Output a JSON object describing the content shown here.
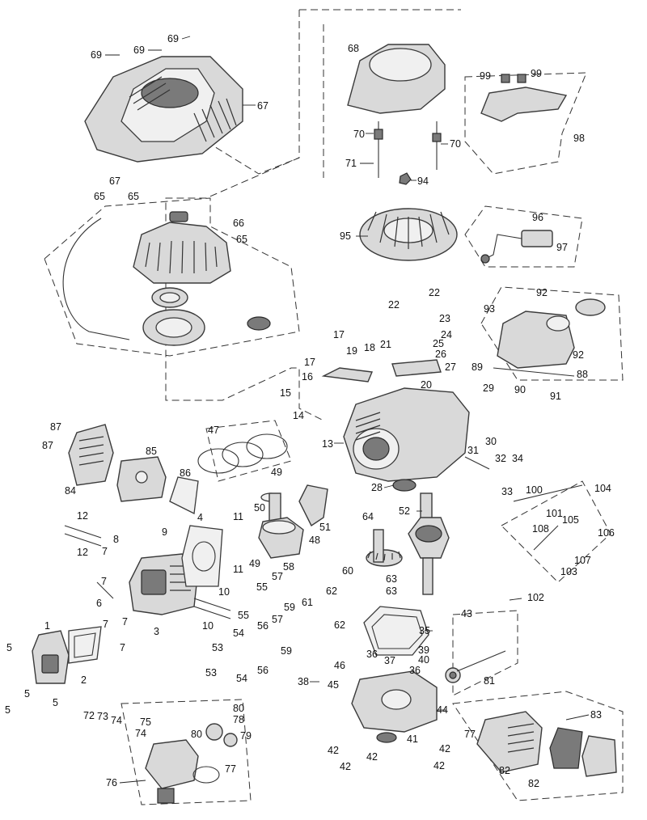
{
  "callouts": {
    "c69a": "69",
    "c69b": "69",
    "c69c": "69",
    "c67a": "67",
    "c67b": "67",
    "c65a": "65",
    "c65b": "65",
    "c65c": "65",
    "c66a": "66",
    "c68": "68",
    "c70a": "70",
    "c70b": "70",
    "c71": "71",
    "c94": "94",
    "c99a": "99",
    "c99b": "99",
    "c98": "98",
    "c95": "95",
    "c96": "96",
    "c97": "97",
    "c22a": "22",
    "c22b": "22",
    "c23": "23",
    "c24": "24",
    "c25": "25",
    "c26": "26",
    "c27": "27",
    "c21": "21",
    "c20": "20",
    "c17a": "17",
    "c17b": "17",
    "c19": "19",
    "c18": "18",
    "c16": "16",
    "c15": "15",
    "c14": "14",
    "c13": "13",
    "c28": "28",
    "c29": "29",
    "c30": "30",
    "c92a": "92",
    "c92b": "92",
    "c93": "93",
    "c89": "89",
    "c88": "88",
    "c90": "90",
    "c91": "91",
    "c87a": "87",
    "c87b": "87",
    "c84": "84",
    "c85": "85",
    "c86": "86",
    "c47": "47",
    "c49a": "49",
    "c49b": "49",
    "c50": "50",
    "c51": "51",
    "c48": "48",
    "c52": "52",
    "c64": "64",
    "c31": "31",
    "c32": "32",
    "c33": "33",
    "c34": "34",
    "c100": "100",
    "c101": "101",
    "c104": "104",
    "c105": "105",
    "c106": "106",
    "c107": "107",
    "c108": "108",
    "c103": "103",
    "c102": "102",
    "c12a": "12",
    "c12b": "12",
    "c8": "8",
    "c9": "9",
    "c4": "4",
    "c11a": "11",
    "c11b": "11",
    "c7a": "7",
    "c7b": "7",
    "c7c": "7",
    "c7d": "7",
    "c7e": "7",
    "c6": "6",
    "c3": "3",
    "c58": "58",
    "c57a": "57",
    "c57b": "57",
    "c55a": "55",
    "c55b": "55",
    "c60": "60",
    "c62a": "62",
    "c62b": "62",
    "c63a": "63",
    "c63b": "63",
    "c10a": "10",
    "c10b": "10",
    "c59a": "59",
    "c59b": "59",
    "c61": "61",
    "c56a": "56",
    "c56b": "56",
    "c54a": "54",
    "c54b": "54",
    "c53a": "53",
    "c53b": "53",
    "c35": "35",
    "c43": "43",
    "c1": "1",
    "c2": "2",
    "c5a": "5",
    "c5b": "5",
    "c5c": "5",
    "c5d": "5",
    "c36a": "36",
    "c36b": "36",
    "c37": "37",
    "c39": "39",
    "c40": "40",
    "c46": "46",
    "c45": "45",
    "c38": "38",
    "c44": "44",
    "c42a": "42",
    "c42b": "42",
    "c42c": "42",
    "c42d": "42",
    "c42e": "42",
    "c41": "41",
    "c81": "81",
    "c83": "83",
    "c77a": "77",
    "c77b": "77",
    "c82a": "82",
    "c82b": "82",
    "c72": "72",
    "c73": "73",
    "c74a": "74",
    "c74b": "74",
    "c75": "75",
    "c80a": "80",
    "c80b": "80",
    "c78": "78",
    "c79": "79",
    "c76": "76"
  },
  "icons": [
    "blower-housing",
    "fan-housing",
    "recoil-starter",
    "flywheel",
    "engine-block",
    "cylinder-head",
    "crankshaft",
    "piston",
    "carburetor",
    "fuel-tank",
    "muffler",
    "air-filter",
    "crankcase-cover",
    "throttle-bracket"
  ]
}
